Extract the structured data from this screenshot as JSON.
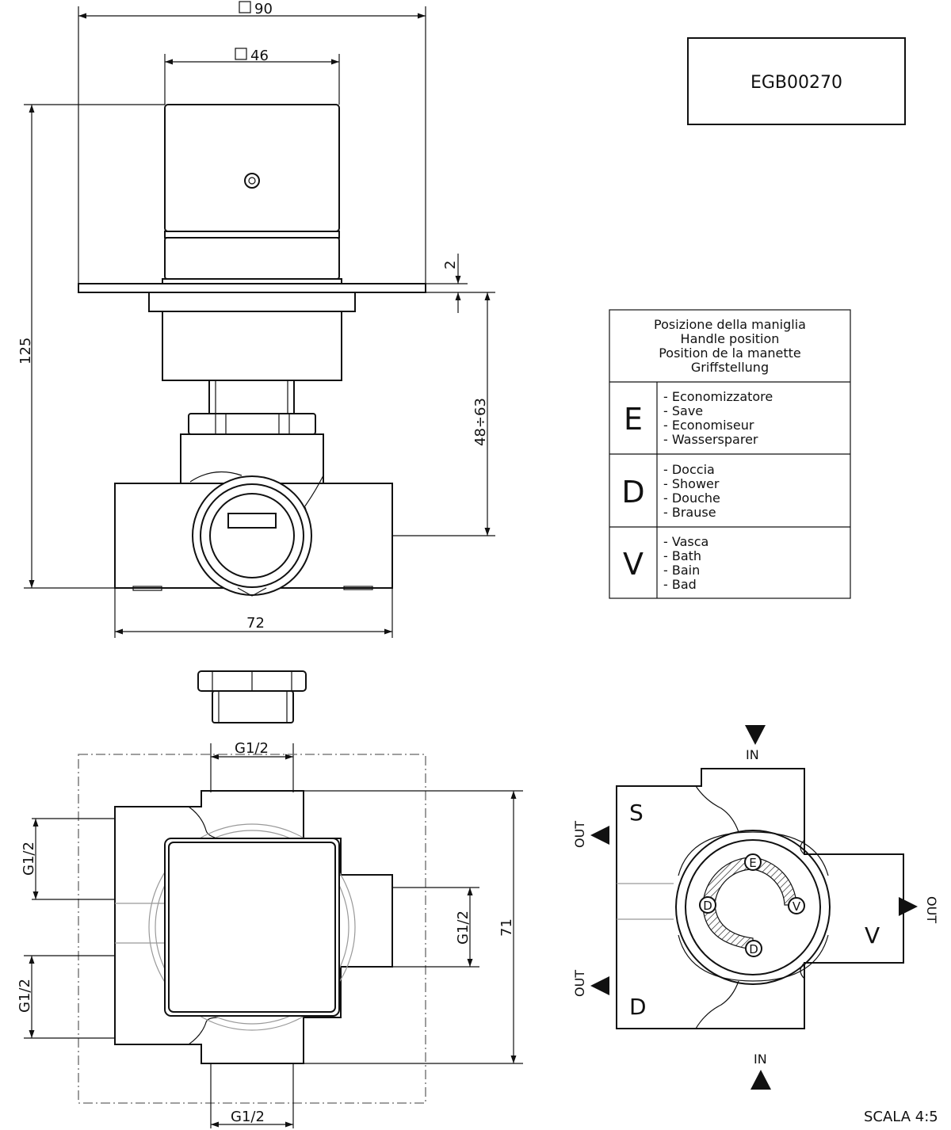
{
  "code": "EGB00270",
  "scale": "SCALA 4:5",
  "dimensions": {
    "square_90": "90",
    "square_46": "46",
    "height_125": "125",
    "gap_2": "2",
    "range": "48÷63",
    "width_72": "72",
    "height_71": "71",
    "thread": "G1/2"
  },
  "handle_table": {
    "header": [
      "Posizione della maniglia",
      "Handle position",
      "Position de la manette",
      "Griffstellung"
    ],
    "rows": [
      {
        "key": "E",
        "items": [
          "- Economizzatore",
          "- Save",
          "- Economiseur",
          "- Wassersparer"
        ]
      },
      {
        "key": "D",
        "items": [
          "- Doccia",
          "- Shower",
          "- Douche",
          "- Brause"
        ]
      },
      {
        "key": "V",
        "items": [
          "- Vasca",
          "- Bath",
          "- Bain",
          "- Bad"
        ]
      }
    ]
  },
  "port_labels": {
    "in": "IN",
    "out": "OUT",
    "s": "S",
    "d": "D",
    "v": "V",
    "e": "E"
  }
}
